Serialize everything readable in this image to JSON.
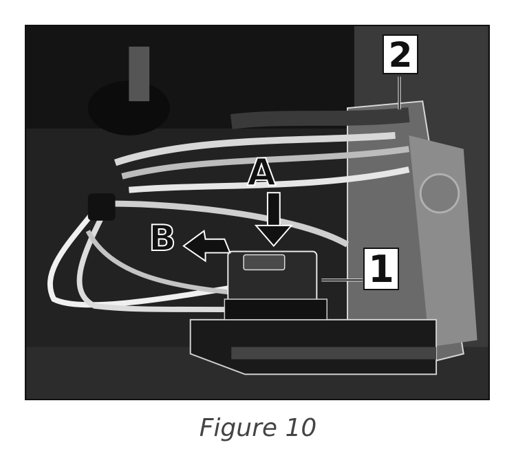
{
  "figure": {
    "callouts": {
      "label_2": "2",
      "label_a": "A",
      "label_b": "B",
      "label_1": "1"
    },
    "caption": "Figure 10"
  }
}
